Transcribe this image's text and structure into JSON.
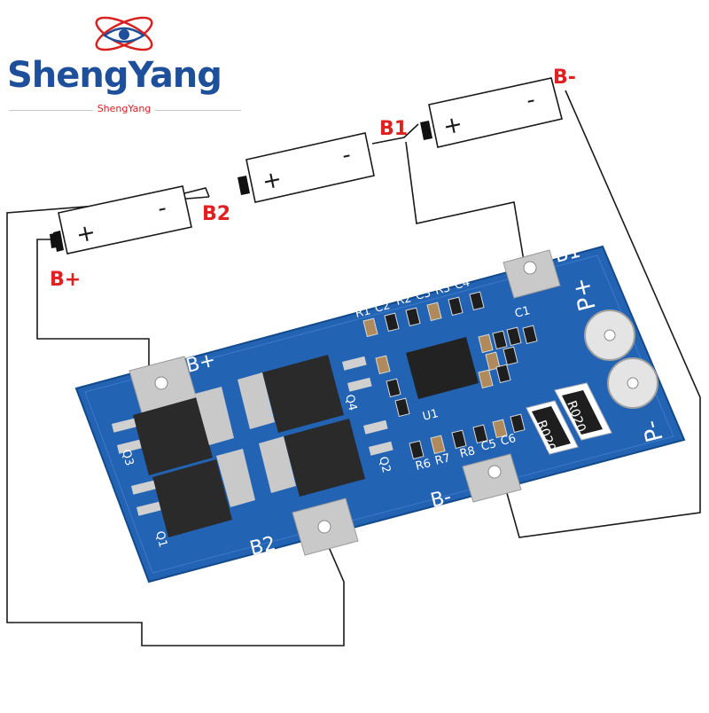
{
  "brand": {
    "name": "ShengYang",
    "tagline": "ShengYang"
  },
  "batteries": [
    {
      "plus": "+",
      "minus": "-"
    },
    {
      "plus": "+",
      "minus": "-"
    },
    {
      "plus": "+",
      "minus": "-"
    }
  ],
  "wire_labels": {
    "b_plus": "B+",
    "b2": "B2",
    "b1": "B1",
    "b_minus": "B-"
  },
  "board": {
    "pads": {
      "b_plus": "B+",
      "b2": "B2",
      "b1": "B1",
      "b_minus": "B-",
      "p_plus": "P+",
      "p_minus": "P-"
    },
    "component_labels": [
      "R1",
      "C2",
      "R2",
      "C3",
      "R3",
      "C4",
      "C1",
      "U1",
      "R6",
      "R7",
      "R8",
      "C5",
      "C6",
      "Q1",
      "Q2",
      "Q3",
      "Q4"
    ],
    "shunt_resistors": [
      "R020",
      "R020"
    ]
  },
  "colors": {
    "board": "#1f5fae",
    "label_red": "#e0211f",
    "brand_blue": "#1d4f9a"
  }
}
